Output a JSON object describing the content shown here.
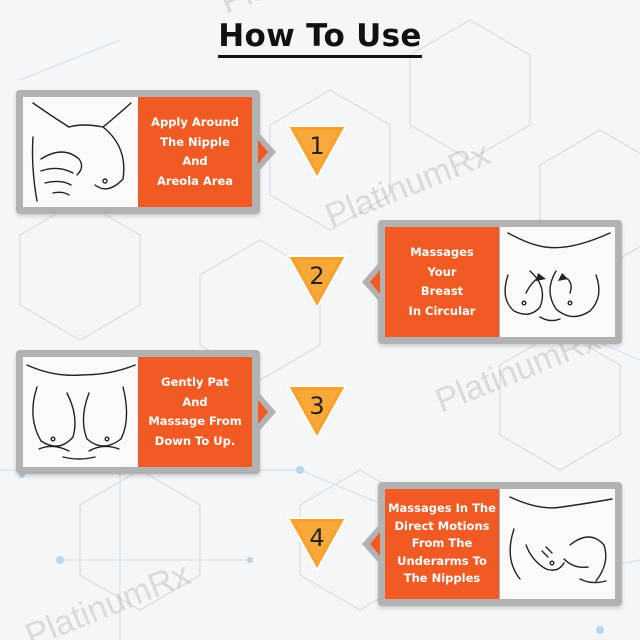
{
  "title": "How To Use",
  "watermark": "PlatinumRx",
  "colors": {
    "accent": "#f15a22",
    "step_triangle": "#f7a02a",
    "card_frame": "#b2b2b2",
    "background": "#f4f6f8"
  },
  "steps": [
    {
      "number": "1",
      "text": "Apply Around\nThe Nipple\nAnd\nAreola Area"
    },
    {
      "number": "2",
      "text": "Massages\nYour\nBreast\nIn Circular"
    },
    {
      "number": "3",
      "text": "Gently Pat\nAnd\nMassage From\nDown To Up."
    },
    {
      "number": "4",
      "text": "Massages In The\nDirect Motions\nFrom The\nUnderarms To\nThe Nipples"
    }
  ]
}
